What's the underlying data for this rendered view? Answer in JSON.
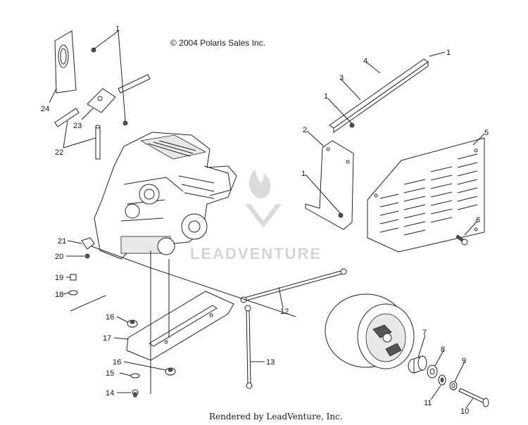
{
  "header": {
    "copyright": "© 2004 Polaris Sales Inc."
  },
  "footer": {
    "rendered_by": "Rendered by LeadVenture, Inc."
  },
  "watermark": {
    "text": "LEADVENTURE"
  },
  "callouts": [
    "1",
    "1",
    "1",
    "1",
    "2",
    "3",
    "4",
    "5",
    "6",
    "7",
    "8",
    "9",
    "10",
    "11",
    "12",
    "13",
    "14",
    "15",
    "16",
    "16",
    "17",
    "18",
    "19",
    "20",
    "21",
    "22",
    "23",
    "24"
  ]
}
